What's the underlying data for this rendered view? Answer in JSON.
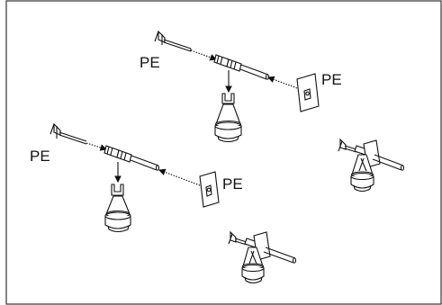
{
  "labels": {
    "top_probe": "PE",
    "top_plate": "PE",
    "left_probe": "PE",
    "left_plate": "PE"
  },
  "colors": {
    "ink": "#111111",
    "border": "#333333",
    "background": "#ffffff"
  }
}
